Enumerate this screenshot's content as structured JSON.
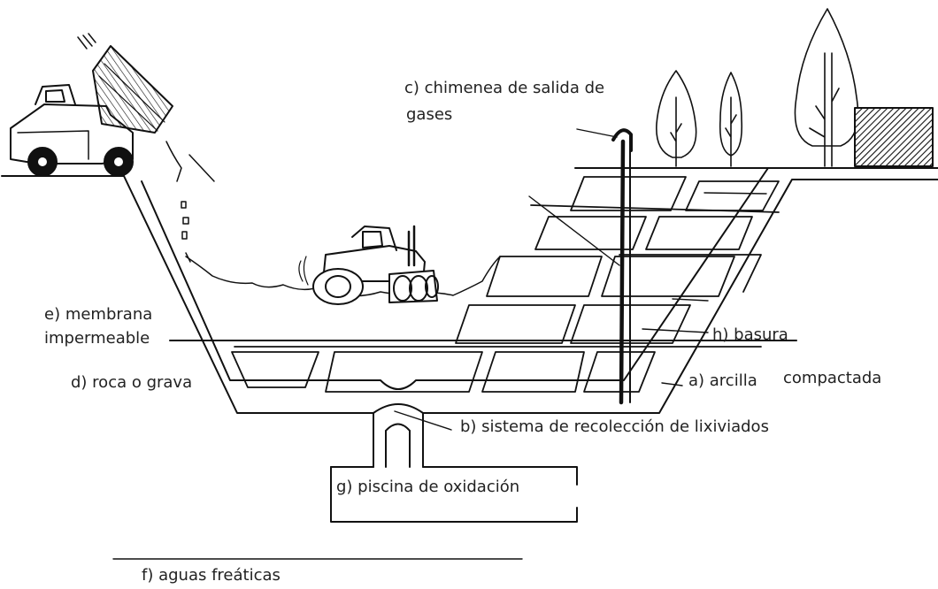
{
  "diagram": {
    "labels": {
      "a": "a) arcilla",
      "a_cont": "compactada",
      "b": "b) sistema de recolección de lixiviados",
      "c_line1": "c) chimenea de salida de",
      "c_line2": "gases",
      "d": "d) roca o grava",
      "e_line1": "e) membrana",
      "e_line2": "impermeable",
      "f": "f) aguas freáticas",
      "g": "g) piscina de oxidación",
      "h": "h) basura"
    },
    "colors": {
      "ink": "#111111",
      "text": "#222222",
      "background": "#ffffff"
    },
    "icons": [
      "dump-truck-icon",
      "compactor-icon",
      "tree-icon",
      "building-icon"
    ]
  }
}
